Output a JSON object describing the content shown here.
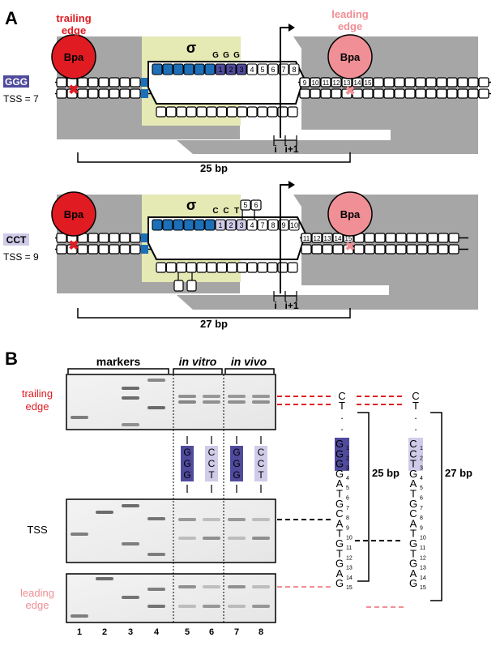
{
  "panelA": {
    "label": "A",
    "sigma": "σ",
    "bpa": "Bpa",
    "trailing_edge": [
      "trailing",
      "edge"
    ],
    "leading_edge": [
      "leading",
      "edge"
    ],
    "top": {
      "seq_label": "GGG",
      "tss_label": "TSS = 7",
      "seq_letters": [
        "G",
        "G",
        "G"
      ],
      "template_nums": [
        "1",
        "2",
        "3",
        "4",
        "5",
        "6",
        "7",
        "8"
      ],
      "downstream_nums": [
        "9",
        "10",
        "11",
        "12",
        "13",
        "14",
        "15"
      ],
      "pos_i": "i",
      "pos_i1": "i+1",
      "span": "25 bp"
    },
    "bottom": {
      "seq_label": "CCT",
      "tss_label": "TSS = 9",
      "seq_letters": [
        "C",
        "C",
        "T"
      ],
      "template_nums": [
        "1",
        "2",
        "3",
        "4",
        "7",
        "8",
        "9",
        "10"
      ],
      "scrunch_nums": [
        "5",
        "6"
      ],
      "downstream_nums": [
        "11",
        "12",
        "13",
        "14",
        "15"
      ],
      "pos_i": "i",
      "pos_i1": "i+1",
      "span": "27 bp"
    }
  },
  "panelB": {
    "label": "B",
    "headers": {
      "markers": "markers",
      "in_vitro": "in vitro",
      "in_vivo": "in vivo"
    },
    "row_labels": {
      "trailing": [
        "trailing",
        "edge"
      ],
      "tss": "TSS",
      "leading": [
        "leading",
        "edge"
      ]
    },
    "lanes": [
      "1",
      "2",
      "3",
      "4",
      "5",
      "6",
      "7",
      "8"
    ],
    "lane_seqs": [
      [
        "G",
        "G",
        "G"
      ],
      [
        "C",
        "C",
        "T"
      ],
      [
        "G",
        "G",
        "G"
      ],
      [
        "C",
        "C",
        "T"
      ]
    ],
    "ladder_left": {
      "top": [
        "C",
        "T",
        ".",
        "."
      ],
      "bases": [
        "G",
        "G",
        "G",
        "G",
        "A",
        "T",
        "G",
        "C",
        "A",
        "T",
        "G",
        "T",
        "G",
        "A",
        "G"
      ],
      "subs": [
        "1",
        "2",
        "3",
        "4",
        "5",
        "6",
        "7",
        "8",
        "9",
        "10",
        "11",
        "12",
        "13",
        "14",
        "15"
      ],
      "span": "25 bp"
    },
    "ladder_right": {
      "top": [
        "C",
        "T",
        ".",
        "."
      ],
      "bases": [
        "C",
        "C",
        "T",
        "G",
        "A",
        "T",
        "G",
        "C",
        "A",
        "T",
        "G",
        "T",
        "G",
        "A",
        "G"
      ],
      "subs": [
        "1",
        "2",
        "3",
        "4",
        "5",
        "6",
        "7",
        "8",
        "9",
        "10",
        "11",
        "12",
        "13",
        "14",
        "15"
      ],
      "span": "27 bp"
    }
  },
  "colors": {
    "dark_red": "#e01b22",
    "pink": "#f08f95",
    "blue": "#1d6fb8",
    "dark_purple": "#4f4a9c",
    "light_purple": "#cfcbe8",
    "sigma_yellow": "#e5e9b4",
    "polymerase_gray": "#a6a6a6"
  }
}
